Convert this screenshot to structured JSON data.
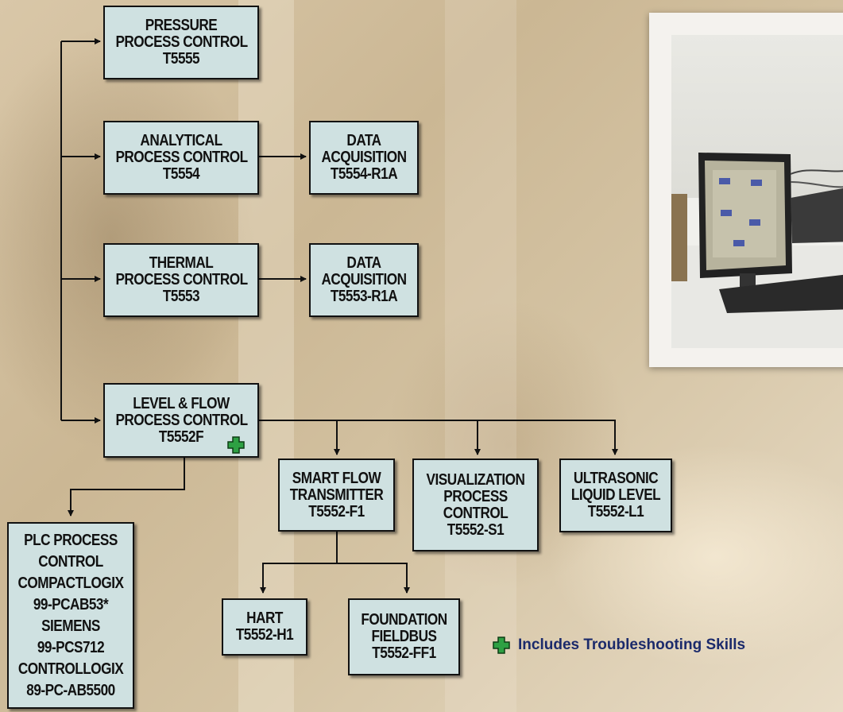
{
  "boxes": {
    "pressure": [
      "PRESSURE",
      "PROCESS CONTROL",
      "T5555"
    ],
    "analytical": [
      "ANALYTICAL",
      "PROCESS CONTROL",
      "T5554"
    ],
    "data_acq_1": [
      "DATA",
      "ACQUISITION",
      "T5554-R1A"
    ],
    "thermal": [
      "THERMAL",
      "PROCESS CONTROL",
      "T5553"
    ],
    "data_acq_2": [
      "DATA",
      "ACQUISITION",
      "T5553-R1A"
    ],
    "level_flow": [
      "LEVEL & FLOW",
      "PROCESS CONTROL",
      "T5552F"
    ],
    "smart_flow": [
      "SMART FLOW",
      "TRANSMITTER",
      "T5552-F1"
    ],
    "visualization": [
      "VISUALIZATION",
      "PROCESS",
      "CONTROL",
      "T5552-S1"
    ],
    "ultrasonic": [
      "ULTRASONIC",
      "LIQUID LEVEL",
      "T5552-L1"
    ],
    "plc": [
      "PLC PROCESS",
      "CONTROL",
      "COMPACTLOGIX",
      "99-PCAB53*",
      "SIEMENS",
      "99-PCS712",
      "CONTROLLOGIX",
      "89-PC-AB5500"
    ],
    "hart": [
      "HART",
      "T5552-H1"
    ],
    "foundation": [
      "FOUNDATION",
      "FIELDBUS",
      "T5552-FF1"
    ]
  },
  "legend": {
    "text": "Includes Troubleshooting Skills",
    "icon": "green-plus-icon"
  },
  "colors": {
    "box_fill": "#cfe1e1",
    "plus_green": "#2ea043",
    "legend_text": "#1b2a6b"
  }
}
